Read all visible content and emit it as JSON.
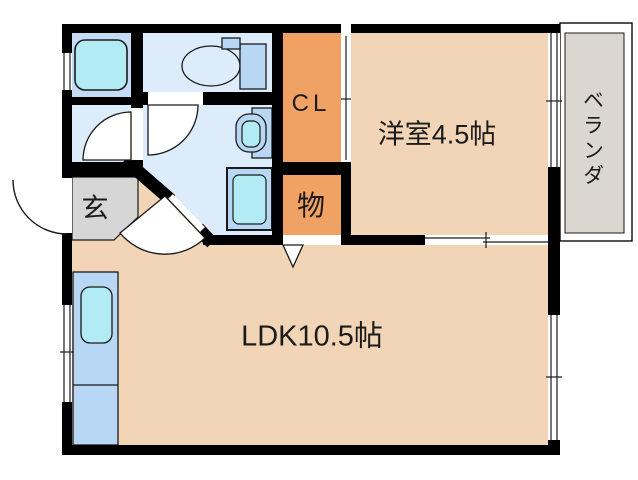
{
  "floorplan": {
    "rooms": {
      "western_room": {
        "label": "洋室4.5帖"
      },
      "ldk": {
        "label": "LDK10.5帖"
      },
      "genkan": {
        "label": "玄"
      },
      "closet": {
        "label": "CL"
      },
      "storage": {
        "label": "物"
      },
      "veranda": {
        "label": "ベランダ"
      }
    },
    "colors": {
      "wall": "#000000",
      "room_floor": "#f2d5b6",
      "closet_floor": "#f0a264",
      "wet_area_floor": "#dcecfb",
      "bath_floor": "#c4ddf4",
      "fixture_blue": "#b7d7f5",
      "fixture_cyan": "#b2ebf3",
      "genkan_floor": "#d6d6d6",
      "veranda_floor": "#dcd6d0",
      "door_white": "#ffffff",
      "line": "#1a1a1a",
      "text": "#1b1b1b"
    }
  }
}
